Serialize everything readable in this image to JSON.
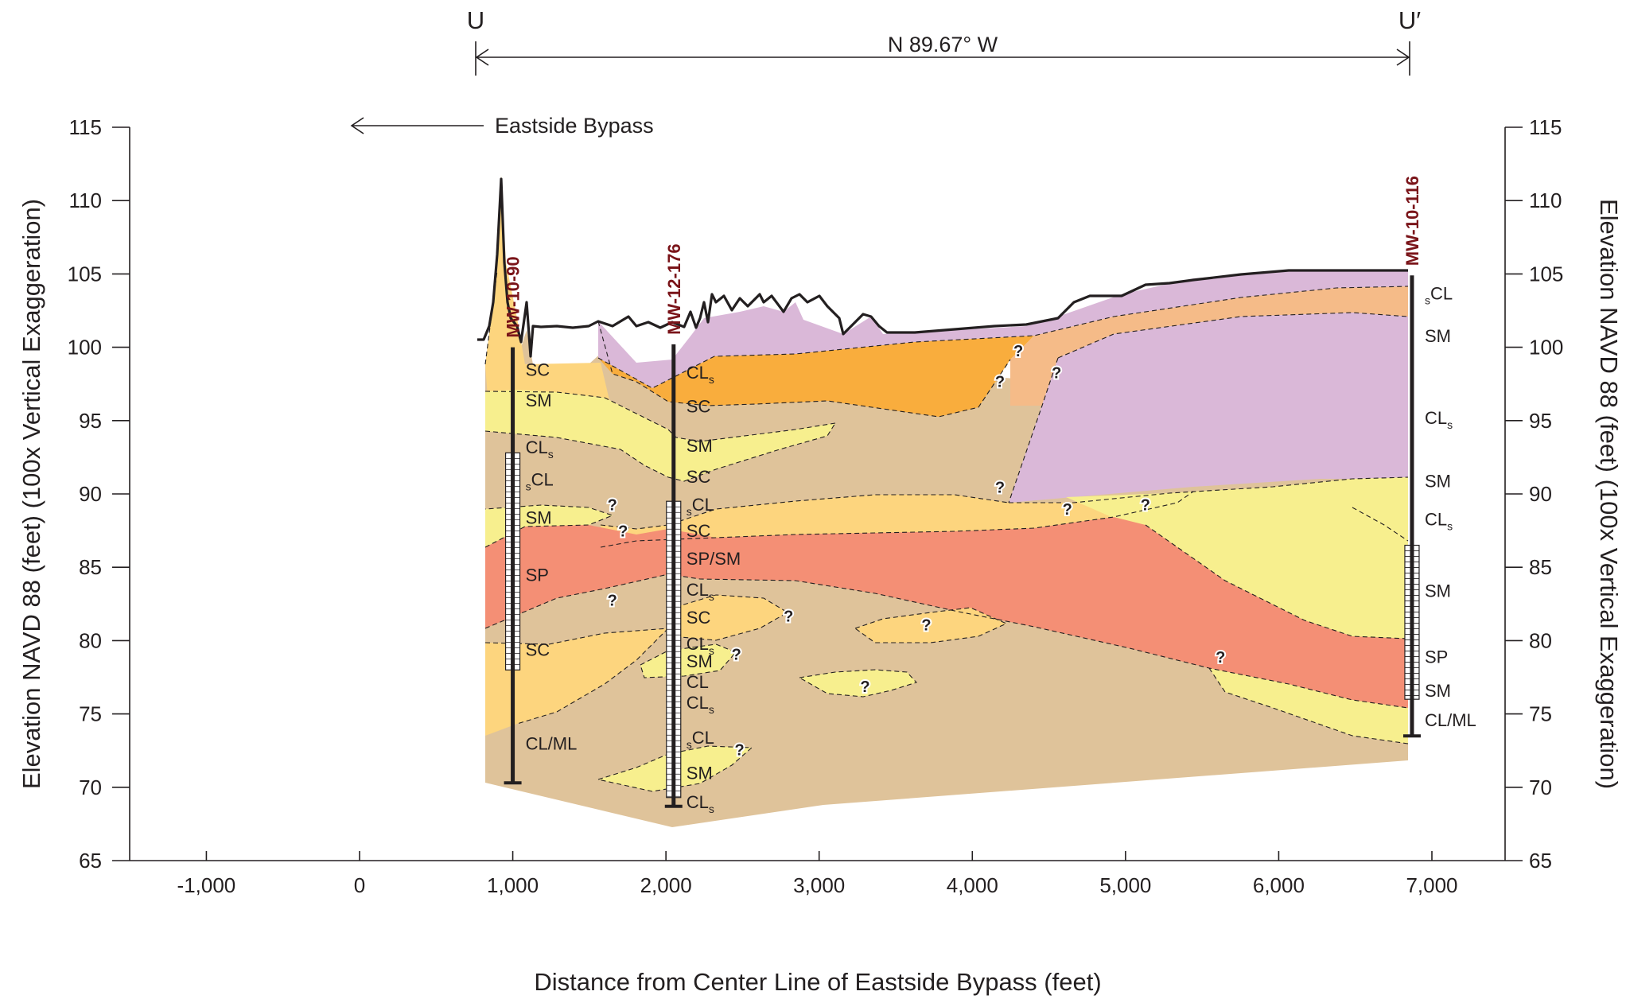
{
  "section": {
    "start_label": "U",
    "end_label": "U′",
    "bearing": "N 89.67° W",
    "direction_label": "Eastside Bypass"
  },
  "chart_data": {
    "type": "geologic-cross-section",
    "xlabel": "Distance from Center Line of Eastside Bypass (feet)",
    "ylabel_left": "Elevation NAVD 88 (feet) (100x Vertical Exaggeration)",
    "ylabel_right": "Elevation NAVD 88 (feet) (100x Vertical Exaggeration)",
    "xlim": [
      -1500,
      7500
    ],
    "ylim": [
      65,
      115
    ],
    "x_ticks": [
      -1000,
      0,
      1000,
      2000,
      3000,
      4000,
      5000,
      6000,
      7000
    ],
    "x_tick_labels": [
      "-1,000",
      "0",
      "1,000",
      "2,000",
      "3,000",
      "4,000",
      "5,000",
      "6,000",
      "7,000"
    ],
    "y_ticks": [
      65,
      70,
      75,
      80,
      85,
      90,
      95,
      100,
      105,
      110,
      115
    ],
    "y_tick_labels": [
      "65",
      "70",
      "75",
      "80",
      "85",
      "90",
      "95",
      "100",
      "105",
      "110",
      "115"
    ],
    "colors": {
      "CL_ML_tan": "#dfc39a",
      "SC_light_orange": "#fdd57e",
      "SC_orange": "#f9ad3d",
      "SM_yellow": "#f7ef8e",
      "SP_salmon": "#f48f75",
      "CLs_lavender": "#dab8d8",
      "SM_peach": "#f5bb88",
      "well_label": "#7a1419"
    },
    "wells": [
      {
        "name": "MW-10-90",
        "x": 1000,
        "top": 100.0,
        "bottom": 70.3,
        "screen": [
          78.0,
          92.8
        ],
        "units": [
          {
            "label": "SC",
            "elev": 98.5
          },
          {
            "label": "SM",
            "elev": 96.4
          },
          {
            "label": "CLs",
            "elev": 93.2
          },
          {
            "label": "sCL",
            "elev": 91.0
          },
          {
            "label": "SM",
            "elev": 88.4
          },
          {
            "label": "SP",
            "elev": 84.5
          },
          {
            "label": "SC",
            "elev": 79.4
          },
          {
            "label": "CL/ML",
            "elev": 73.0
          }
        ]
      },
      {
        "name": "MW-12-176",
        "x": 2050,
        "top": 100.2,
        "bottom": 68.7,
        "screen": [
          69.3,
          89.5
        ],
        "units": [
          {
            "label": "CLs",
            "elev": 98.3
          },
          {
            "label": "SC",
            "elev": 96.0
          },
          {
            "label": "SM",
            "elev": 93.3
          },
          {
            "label": "SC",
            "elev": 91.2
          },
          {
            "label": "sCL",
            "elev": 89.3
          },
          {
            "label": "SC",
            "elev": 87.5
          },
          {
            "label": "SP/SM",
            "elev": 85.6
          },
          {
            "label": "CLs",
            "elev": 83.5
          },
          {
            "label": "SC",
            "elev": 81.6
          },
          {
            "label": "CLs",
            "elev": 79.8
          },
          {
            "label": "SM",
            "elev": 78.6
          },
          {
            "label": "CL",
            "elev": 77.2
          },
          {
            "label": "CLs",
            "elev": 75.8
          },
          {
            "label": "sCL",
            "elev": 73.4
          },
          {
            "label": "SM",
            "elev": 71.0
          },
          {
            "label": "CLs",
            "elev": 69.0
          }
        ]
      },
      {
        "name": "MW-10-116",
        "x": 6870,
        "top": 104.9,
        "bottom": 73.5,
        "screen": [
          76.0,
          86.5
        ],
        "units": [
          {
            "label": "sCL",
            "elev": 103.7
          },
          {
            "label": "SM",
            "elev": 100.8
          },
          {
            "label": "CLs",
            "elev": 95.2
          },
          {
            "label": "SM",
            "elev": 90.9
          },
          {
            "label": "CLs",
            "elev": 88.3
          },
          {
            "label": "SM",
            "elev": 83.4
          },
          {
            "label": "SP",
            "elev": 78.9
          },
          {
            "label": "SM",
            "elev": 76.6
          },
          {
            "label": "CL/ML",
            "elev": 74.6
          }
        ]
      }
    ],
    "question_marks": [
      {
        "x": 1650,
        "y": 89.0
      },
      {
        "x": 1720,
        "y": 87.2
      },
      {
        "x": 1650,
        "y": 82.5
      },
      {
        "x": 2800,
        "y": 81.4
      },
      {
        "x": 2460,
        "y": 78.8
      },
      {
        "x": 2480,
        "y": 72.3
      },
      {
        "x": 4300,
        "y": 99.5
      },
      {
        "x": 4180,
        "y": 97.4
      },
      {
        "x": 4550,
        "y": 98.0
      },
      {
        "x": 4180,
        "y": 90.2
      },
      {
        "x": 4620,
        "y": 88.7
      },
      {
        "x": 5130,
        "y": 89.0
      },
      {
        "x": 5620,
        "y": 78.6
      },
      {
        "x": 3700,
        "y": 80.8
      },
      {
        "x": 3300,
        "y": 76.6
      }
    ]
  }
}
